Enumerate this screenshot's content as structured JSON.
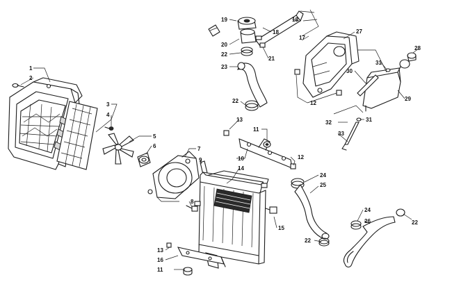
{
  "diagram": {
    "callouts": [
      {
        "id": "c1",
        "text": "1"
      },
      {
        "id": "c2",
        "text": "2"
      },
      {
        "id": "c3",
        "text": "3"
      },
      {
        "id": "c4",
        "text": "4"
      },
      {
        "id": "c5",
        "text": "5"
      },
      {
        "id": "c6",
        "text": "6"
      },
      {
        "id": "c7",
        "text": "7"
      },
      {
        "id": "c8",
        "text": "8"
      },
      {
        "id": "c9",
        "text": "9"
      },
      {
        "id": "c10",
        "text": "10"
      },
      {
        "id": "c11a",
        "text": "11"
      },
      {
        "id": "c11b",
        "text": "11"
      },
      {
        "id": "c12a",
        "text": "12"
      },
      {
        "id": "c12b",
        "text": "12"
      },
      {
        "id": "c13a",
        "text": "13"
      },
      {
        "id": "c13b",
        "text": "13"
      },
      {
        "id": "c14",
        "text": "14"
      },
      {
        "id": "c15",
        "text": "15"
      },
      {
        "id": "c16",
        "text": "16"
      },
      {
        "id": "c17",
        "text": "17"
      },
      {
        "id": "c18a",
        "text": "18"
      },
      {
        "id": "c18b",
        "text": "18"
      },
      {
        "id": "c19",
        "text": "19"
      },
      {
        "id": "c20",
        "text": "20"
      },
      {
        "id": "c21",
        "text": "21"
      },
      {
        "id": "c22a",
        "text": "22"
      },
      {
        "id": "c22b",
        "text": "22"
      },
      {
        "id": "c22c",
        "text": "22"
      },
      {
        "id": "c22d",
        "text": "22"
      },
      {
        "id": "c23",
        "text": "23"
      },
      {
        "id": "c24a",
        "text": "24"
      },
      {
        "id": "c24b",
        "text": "24"
      },
      {
        "id": "c25",
        "text": "25"
      },
      {
        "id": "c26",
        "text": "26"
      },
      {
        "id": "c27",
        "text": "27"
      },
      {
        "id": "c28",
        "text": "28"
      },
      {
        "id": "c29",
        "text": "29"
      },
      {
        "id": "c30",
        "text": "30"
      },
      {
        "id": "c31a",
        "text": "31"
      },
      {
        "id": "c31b",
        "text": "31"
      },
      {
        "id": "c32",
        "text": "32"
      },
      {
        "id": "c33",
        "text": "33"
      }
    ]
  }
}
